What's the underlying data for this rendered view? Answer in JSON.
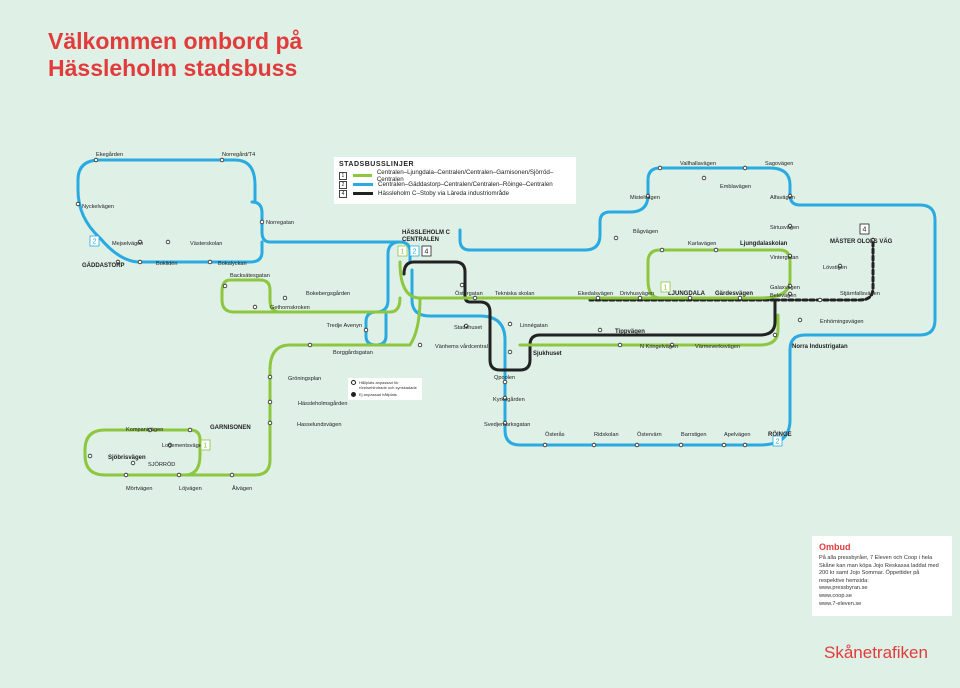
{
  "title": {
    "line1": "Välkommen ombord på",
    "line2": "Hässleholm stadsbuss"
  },
  "colors": {
    "background": "#dff0e6",
    "line1": "#8dc63f",
    "line2": "#29abe2",
    "line4": "#222222",
    "accent": "#e23b3b"
  },
  "legend": {
    "title": "STADSBUSSLINJER",
    "lines": [
      {
        "num": "1",
        "color": "#8dc63f",
        "text": "Centralen–Ljungdala–Centralen/Centralen–Garnisonen/Sjörröd–Centralen"
      },
      {
        "num": "2",
        "color": "#29abe2",
        "text": "Centralen–Gäddastorp–Centralen/Centralen–Röinge–Centralen"
      },
      {
        "num": "4",
        "color": "#222222",
        "text": "Hässleholm C–Stoby via Läreda industriområde"
      }
    ]
  },
  "key": {
    "items": [
      {
        "icon": "open",
        "text": "Hållplats anpassad för rörelsehindrade och synskadade"
      },
      {
        "icon": "filled",
        "text": "Ej anpassad hållplats"
      }
    ]
  },
  "central": {
    "name1": "HÄSSLEHOLM C",
    "name2": "CENTRALEN",
    "badges": [
      "1",
      "2",
      "4"
    ]
  },
  "line_badges": [
    {
      "id": "gaddastorp",
      "num": "2"
    },
    {
      "id": "ljungdala",
      "num": "1"
    },
    {
      "id": "garnisonen",
      "num": "1"
    },
    {
      "id": "roinge",
      "num": "2"
    },
    {
      "id": "master-olofs",
      "num": "4"
    }
  ],
  "stops": [
    {
      "id": "ekegarden",
      "label": "Ekegården"
    },
    {
      "id": "norregard",
      "label": "Norregård/T4"
    },
    {
      "id": "nyckelvagen",
      "label": "Nyckelvägen"
    },
    {
      "id": "mejselvagen",
      "label": "Mejselvägen"
    },
    {
      "id": "vasterskolan",
      "label": "Västerskolan"
    },
    {
      "id": "gaddastorp",
      "label": "GÄDDASTORP",
      "bold": true
    },
    {
      "id": "boklidén",
      "label": "Boklidén"
    },
    {
      "id": "bokalyckan",
      "label": "Bokalyckan"
    },
    {
      "id": "norregatan",
      "label": "Norregatan"
    },
    {
      "id": "backsatesgatan",
      "label": "Backsätesgatan"
    },
    {
      "id": "bokebergsgarden",
      "label": "Bokebergsgården"
    },
    {
      "id": "gethornskroken",
      "label": "Gethornskroken"
    },
    {
      "id": "tredje-avenyn",
      "label": "Tredje Avenyn"
    },
    {
      "id": "borggardsgatan",
      "label": "Borggårdsgatan"
    },
    {
      "id": "ostergatan",
      "label": "Östergatan"
    },
    {
      "id": "tekniska-skolan",
      "label": "Tekniska skolan"
    },
    {
      "id": "stadshuset",
      "label": "Stadshuset"
    },
    {
      "id": "vanhems",
      "label": "Vänhems vårdcentral"
    },
    {
      "id": "linnegatan",
      "label": "Linnégatan"
    },
    {
      "id": "sjukhuset",
      "label": "Sjukhuset",
      "bold": true
    },
    {
      "id": "ekedalsvagen",
      "label": "Ekedalsvägen"
    },
    {
      "id": "drivhusvagen",
      "label": "Drivhusvägen"
    },
    {
      "id": "ljungdala",
      "label": "LJUNGDALA",
      "bold": true
    },
    {
      "id": "gardesvagen",
      "label": "Gärdesvägen",
      "bold": true
    },
    {
      "id": "tippvagen",
      "label": "Tippvägen",
      "bold": true
    },
    {
      "id": "n-kringelvagen",
      "label": "N Kringelvägen"
    },
    {
      "id": "varmeverksvagen",
      "label": "Värmeverksvägen"
    },
    {
      "id": "norra-industrigatan",
      "label": "Norra Industrigatan",
      "bold": true
    },
    {
      "id": "mistelvagen",
      "label": "Mistelvägen"
    },
    {
      "id": "vallhallavagen",
      "label": "Vallhallavägen"
    },
    {
      "id": "emblavagen",
      "label": "Emblavägen"
    },
    {
      "id": "sagovagen",
      "label": "Sagovägen"
    },
    {
      "id": "alfavagen",
      "label": "Alfavägen"
    },
    {
      "id": "bagvagen",
      "label": "Bågvägen"
    },
    {
      "id": "karlavagen",
      "label": "Karlavägen"
    },
    {
      "id": "ljungdalaskolan",
      "label": "Ljungdalaskolan",
      "bold": true
    },
    {
      "id": "siriusvagen",
      "label": "Siriusvägen"
    },
    {
      "id": "vintergatan",
      "label": "Vintergatan"
    },
    {
      "id": "master-olofs",
      "label": "MÄSTER OLOFS VÄG",
      "bold": true
    },
    {
      "id": "lovstigen",
      "label": "Lövstigen"
    },
    {
      "id": "galaxvagen",
      "label": "Galaxvägen"
    },
    {
      "id": "belevagen",
      "label": "Belevägen"
    },
    {
      "id": "stjarnfallsvagen",
      "label": "Stjärnfallsvägen"
    },
    {
      "id": "enhorningsvagen",
      "label": "Enhörningsvägen"
    },
    {
      "id": "groningsplan",
      "label": "Gröningsplan"
    },
    {
      "id": "hassleholmsgarden",
      "label": "Hässleholmsgården"
    },
    {
      "id": "qpoolen",
      "label": "Qpoolen"
    },
    {
      "id": "kyrkogarden",
      "label": "Kyrkogården"
    },
    {
      "id": "kompanivagen",
      "label": "Kompanivägen"
    },
    {
      "id": "garnisonen",
      "label": "GARNISONEN",
      "bold": true
    },
    {
      "id": "logementsvagen",
      "label": "Logementsvägen"
    },
    {
      "id": "sjobrisvagen",
      "label": "Sjöbrisvägen",
      "bold": true
    },
    {
      "id": "sjorrod",
      "label": "SJÖRRÖD"
    },
    {
      "id": "hasselundsvagen",
      "label": "Hasselundsvägen"
    },
    {
      "id": "svedjemarksgatan",
      "label": "Svedjemarksgatan"
    },
    {
      "id": "osteras",
      "label": "Österås"
    },
    {
      "id": "ridskolan",
      "label": "Ridskolan"
    },
    {
      "id": "ostervarn",
      "label": "Östervärn"
    },
    {
      "id": "barrstigen",
      "label": "Barrstigen"
    },
    {
      "id": "apelvagen",
      "label": "Apelvägen"
    },
    {
      "id": "roinge",
      "label": "RÖINGE",
      "bold": true
    },
    {
      "id": "mortvagen",
      "label": "Mörtvägen"
    },
    {
      "id": "lojvagen",
      "label": "Löjvägen"
    },
    {
      "id": "alvagen",
      "label": "Ålvägen"
    }
  ],
  "ombud": {
    "title": "Ombud",
    "text": "På alla pressbyråer, 7 Eleven och Coop i hela Skåne kan man köpa Jojo Reskassa laddat med 200 kr samt Jojo Sommar. Öppettider på respektive hemsida:",
    "links": [
      "www.pressbyran.se",
      "www.coop.se",
      "www.7-eleven.se"
    ]
  },
  "brand": "Skånetrafiken"
}
